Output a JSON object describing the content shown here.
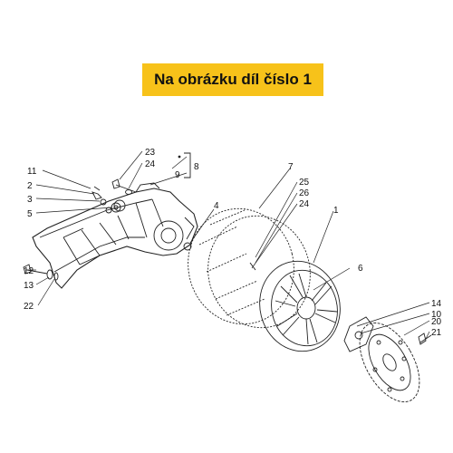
{
  "banner": {
    "title": "Na obrázku díl číslo 1",
    "background": "#f7c21a"
  },
  "callouts": {
    "c1": "1",
    "c2": "2",
    "c3": "3",
    "c4": "4",
    "c5": "5",
    "c6": "6",
    "c7": "7",
    "c8": "8",
    "c9": "9",
    "c10": "10",
    "c11": "11",
    "c12": "12",
    "c13": "13",
    "c14": "14",
    "c20": "20",
    "c21": "21",
    "c22": "22",
    "c23": "23",
    "c24a": "24",
    "c24b": "24",
    "c25": "25",
    "c26": "26"
  },
  "icons": [
    "swing-arm-icon",
    "tyre-icon",
    "rim-icon",
    "brake-disc-icon",
    "bolt-icon",
    "washer-icon"
  ]
}
